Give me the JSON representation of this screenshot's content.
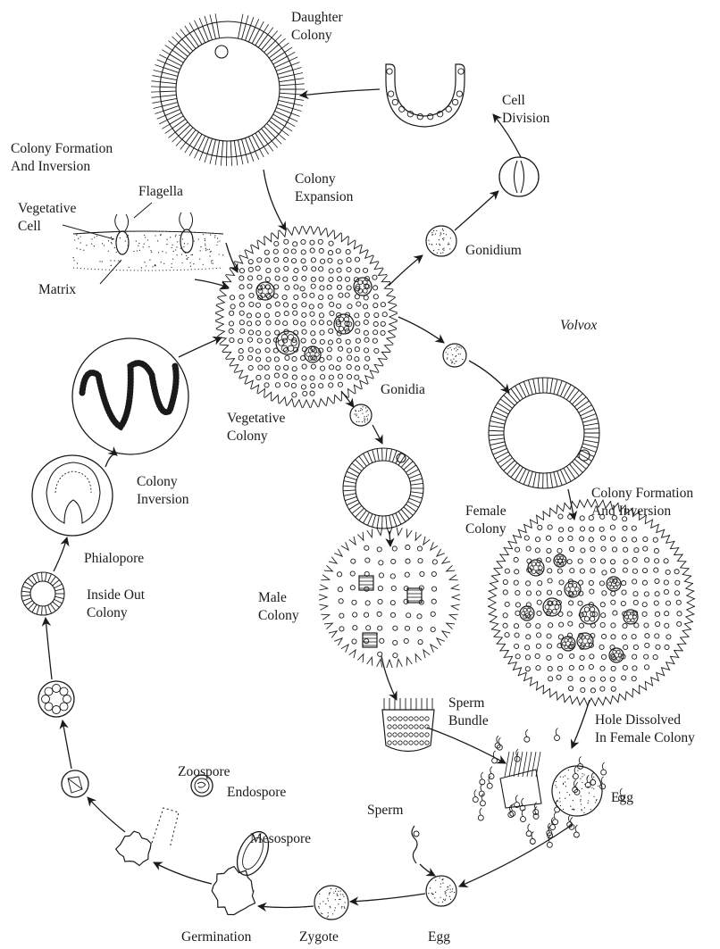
{
  "labels": {
    "daughter_colony": "Daughter\nColony",
    "cell_division": "Cell\nDivision",
    "colony_formation_top": "Colony Formation\nAnd Inversion",
    "colony_expansion": "Colony\nExpansion",
    "flagella": "Flagella",
    "vegetative_cell": "Vegetative\nCell",
    "matrix": "Matrix",
    "gonidium": "Gonidium",
    "volvox": "Volvox",
    "gonidia": "Gonidia",
    "vegetative_colony": "Vegetative\nColony",
    "colony_inversion": "Colony\nInversion",
    "female_colony": "Female\nColony",
    "colony_formation_right": "Colony Formation\nAnd Inversion",
    "phialopore": "Phialopore",
    "inside_out_colony": "Inside Out\nColony",
    "male_colony": "Male\nColony",
    "sperm_bundle": "Sperm\nBundle",
    "hole_dissolved": "Hole Dissolved\nIn Female Colony",
    "zoospore": "Zoospore",
    "endospore": "Endospore",
    "sperm": "Sperm",
    "egg_right": "Egg",
    "mesospore": "Mesospore",
    "germination": "Germination",
    "zygote": "Zygote",
    "egg_bottom": "Egg"
  },
  "colors": {
    "ink": "#1a1a1a",
    "background": "#ffffff"
  }
}
